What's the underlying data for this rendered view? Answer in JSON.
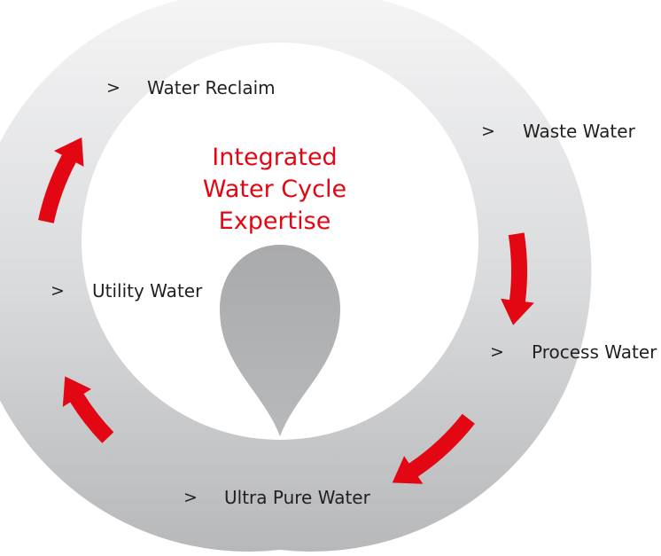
{
  "title": {
    "line1": "Integrated",
    "line2": "Water Cycle",
    "line3": "Expertise"
  },
  "stages": [
    {
      "id": "water-reclaim",
      "label": "Water Reclaim"
    },
    {
      "id": "waste-water",
      "label": "Waste Water"
    },
    {
      "id": "process-water",
      "label": "Process Water"
    },
    {
      "id": "ultra-pure-water",
      "label": "Ultra Pure Water"
    },
    {
      "id": "utility-water",
      "label": "Utility Water"
    }
  ],
  "chevron": ">",
  "colors": {
    "accent": "#e30613",
    "ring_light": "#f5f5f6",
    "ring_dark": "#b7b8ba",
    "drop": "#b2b3b5",
    "text": "#231f20"
  },
  "icons": {
    "drop": "water-drop-icon",
    "arrow": "cycle-arrow-icon"
  }
}
